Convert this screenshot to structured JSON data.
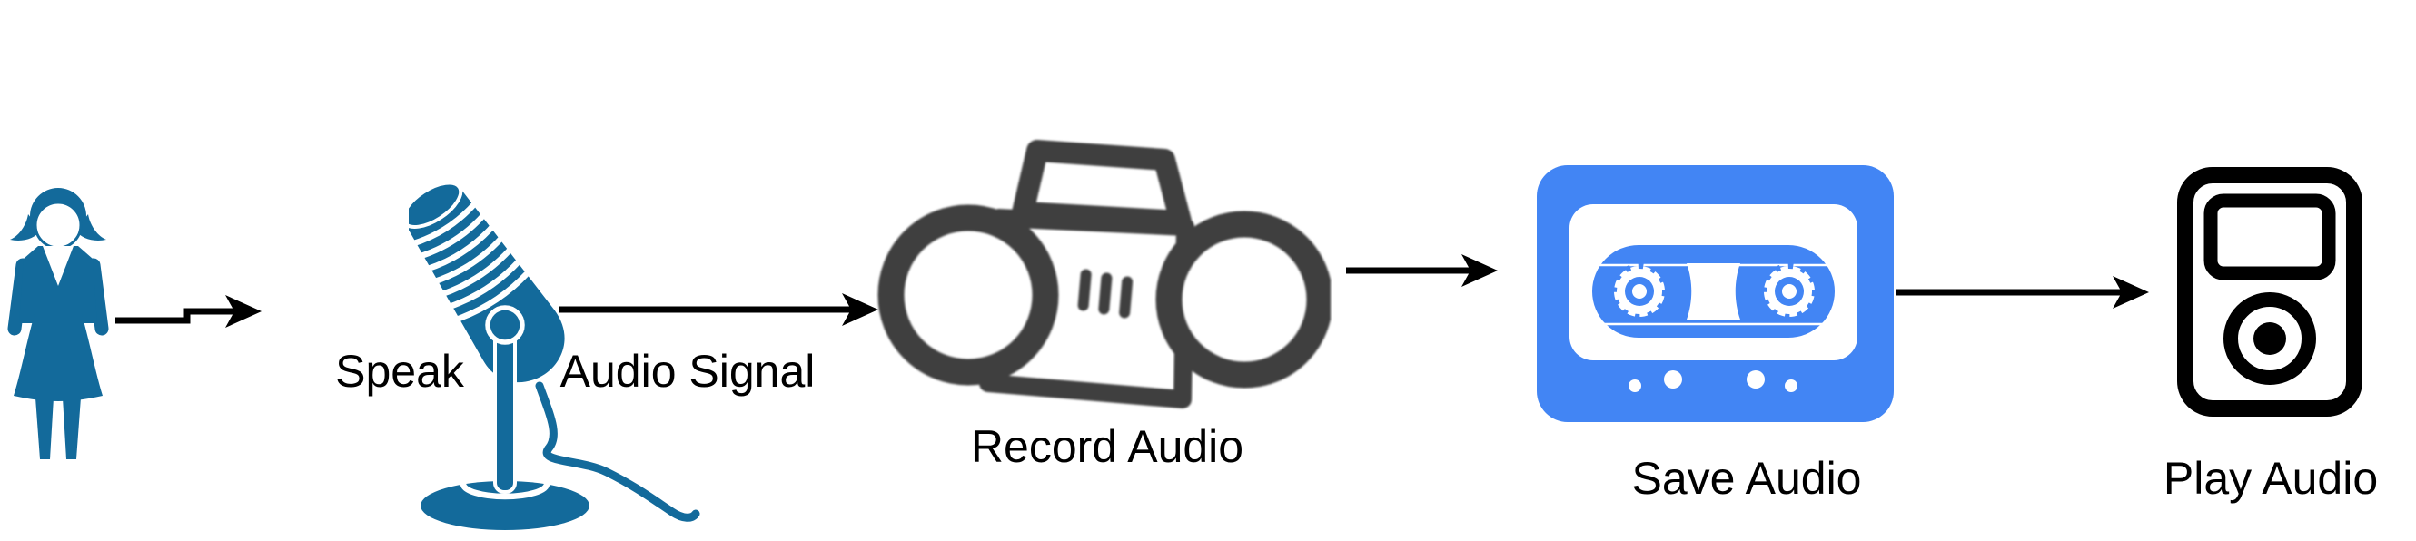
{
  "title": "Audio recording workflow diagram",
  "colors": {
    "background": "#ffffff",
    "primary": "#136a9b",
    "recorder": "#3f3f3f",
    "cassette": "#4285f4",
    "player": "#000000",
    "arrow": "#000000",
    "text": "#000000"
  },
  "nodes": [
    {
      "key": "person",
      "icon": "woman-person-icon",
      "label": ""
    },
    {
      "key": "microphone",
      "icon": "microphone-icon",
      "label": "Speak"
    },
    {
      "key": "recorder",
      "icon": "boombox-recorder-icon",
      "label": "Record Audio"
    },
    {
      "key": "cassette",
      "icon": "cassette-tape-icon",
      "label": "Save Audio"
    },
    {
      "key": "player",
      "icon": "media-player-icon",
      "label": "Play Audio"
    }
  ],
  "edges": [
    {
      "from": "person",
      "to": "microphone",
      "label": ""
    },
    {
      "from": "microphone",
      "to": "recorder",
      "label": "Audio Signal"
    },
    {
      "from": "recorder",
      "to": "cassette",
      "label": ""
    },
    {
      "from": "cassette",
      "to": "player",
      "label": ""
    }
  ],
  "labels": {
    "speak": "Speak",
    "audio_signal": "Audio Signal",
    "record_audio": "Record Audio",
    "save_audio": "Save Audio",
    "play_audio": "Play Audio"
  }
}
